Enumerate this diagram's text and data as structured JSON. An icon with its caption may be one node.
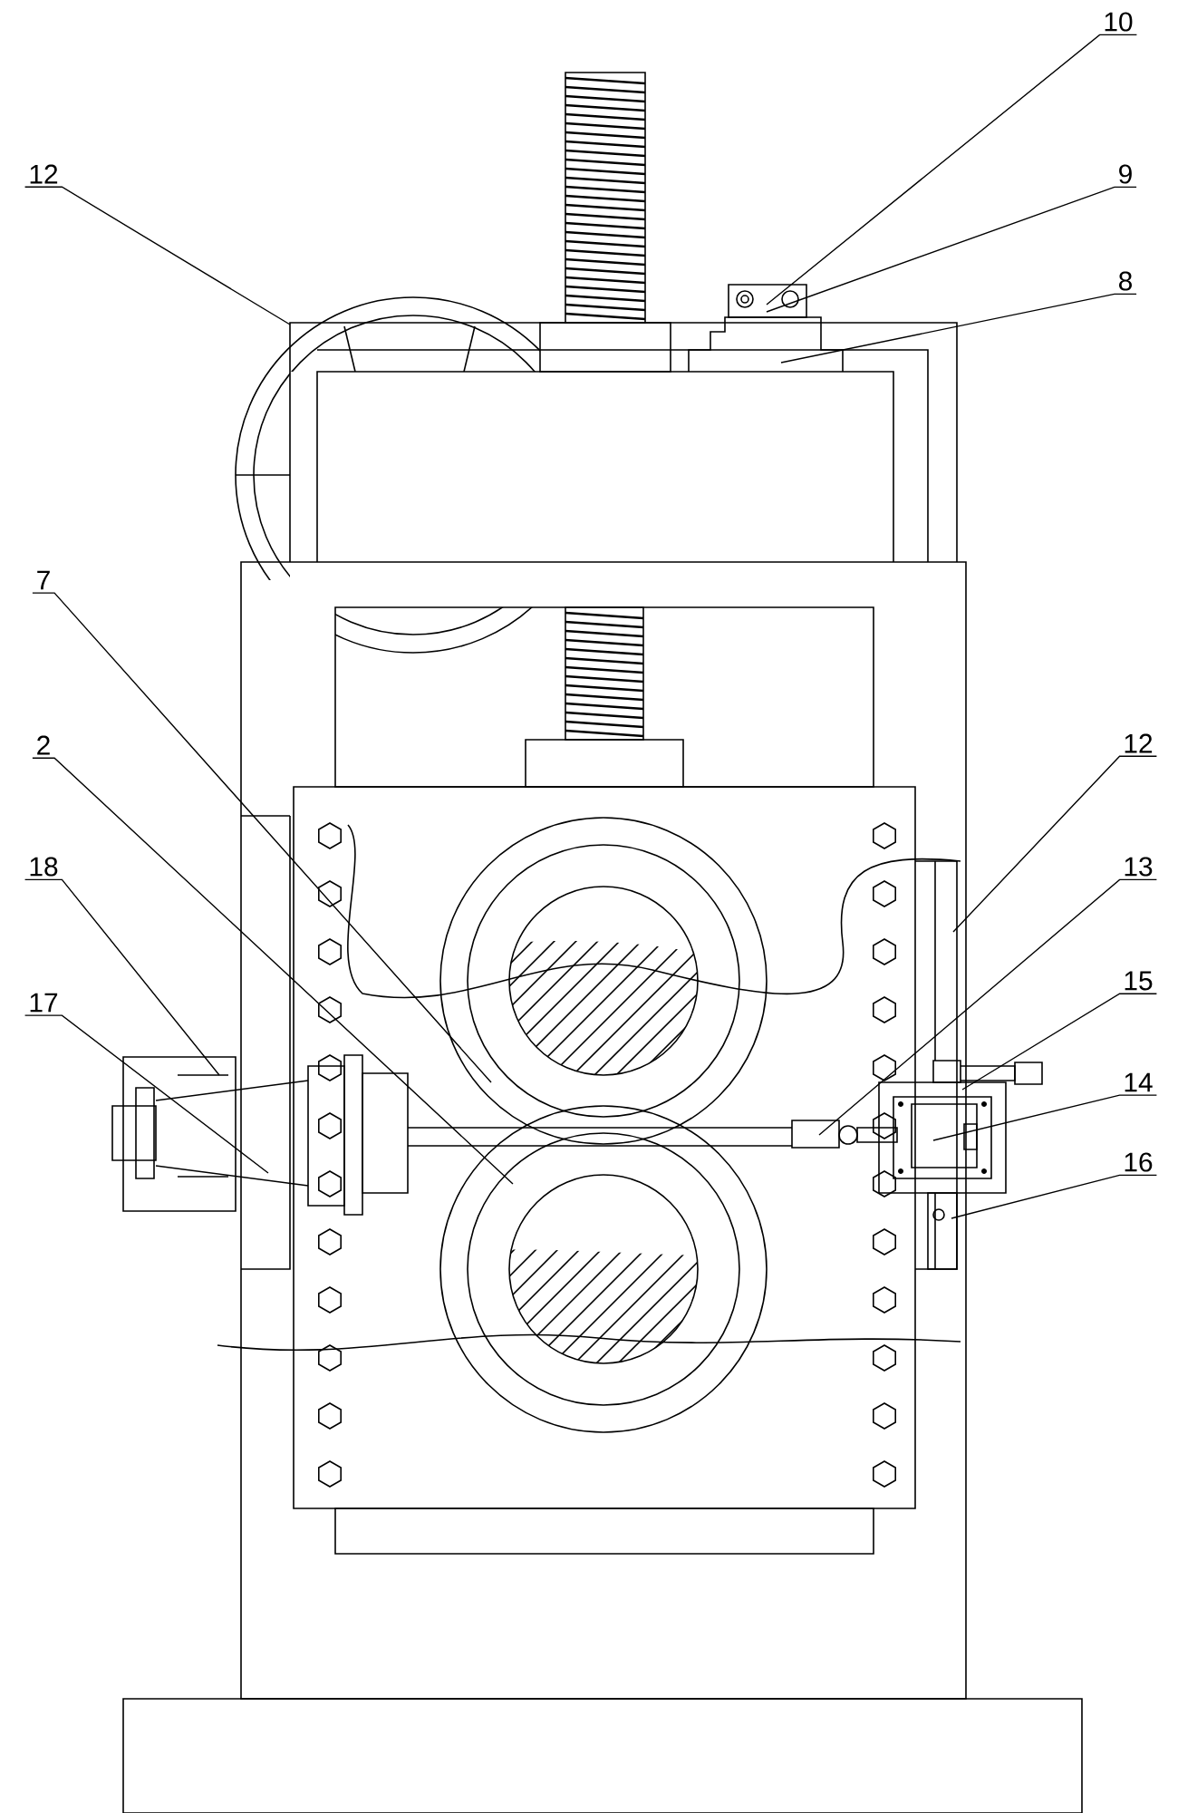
{
  "diagram": {
    "nodes": [
      {
        "text": [
          "12"
        ]
      },
      {
        "text": [
          "10"
        ]
      },
      {
        "text": [
          "9"
        ]
      },
      {
        "text": [
          "8"
        ]
      },
      {
        "text": [
          "7"
        ]
      },
      {
        "text": [
          "2"
        ]
      },
      {
        "text": [
          "18"
        ]
      },
      {
        "text": [
          "17"
        ]
      },
      {
        "text": [
          "12"
        ]
      },
      {
        "text": [
          "13"
        ]
      },
      {
        "text": [
          "15"
        ]
      },
      {
        "text": [
          "14"
        ]
      },
      {
        "text": [
          "16"
        ]
      }
    ],
    "edges": [
      {
        "from": 0,
        "to": null,
        "arrow": "none"
      },
      {
        "from": 1,
        "to": null,
        "arrow": "none"
      },
      {
        "from": 2,
        "to": null,
        "arrow": "none"
      },
      {
        "from": 3,
        "to": null,
        "arrow": "none"
      },
      {
        "from": 4,
        "to": null,
        "arrow": "none"
      },
      {
        "from": 5,
        "to": null,
        "arrow": "none"
      },
      {
        "from": 6,
        "to": null,
        "arrow": "none"
      },
      {
        "from": 7,
        "to": null,
        "arrow": "none"
      },
      {
        "from": 8,
        "to": null,
        "arrow": "none"
      },
      {
        "from": 9,
        "to": null,
        "arrow": "none"
      },
      {
        "from": 10,
        "to": null,
        "arrow": "none"
      },
      {
        "from": 11,
        "to": null,
        "arrow": "none"
      },
      {
        "from": 12,
        "to": null,
        "arrow": "none"
      }
    ]
  }
}
